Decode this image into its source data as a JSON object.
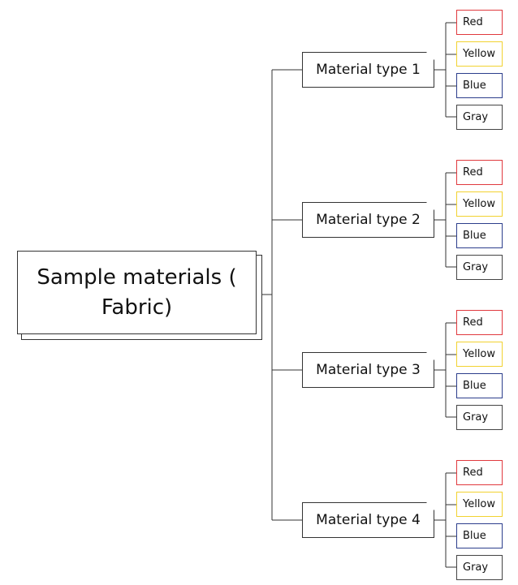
{
  "root": {
    "label": "Sample materials ( Fabric)"
  },
  "material_types": [
    {
      "label": "Material type 1",
      "colors": [
        {
          "label": "Red",
          "color": "#e0393e"
        },
        {
          "label": "Yellow",
          "color": "#f2d230"
        },
        {
          "label": "Blue",
          "color": "#2c3e8c"
        },
        {
          "label": "Gray",
          "color": "#444444"
        }
      ]
    },
    {
      "label": "Material type 2",
      "colors": [
        {
          "label": "Red",
          "color": "#e0393e"
        },
        {
          "label": "Yellow",
          "color": "#f2d230"
        },
        {
          "label": "Blue",
          "color": "#2c3e8c"
        },
        {
          "label": "Gray",
          "color": "#444444"
        }
      ]
    },
    {
      "label": "Material type 3",
      "colors": [
        {
          "label": "Red",
          "color": "#e0393e"
        },
        {
          "label": "Yellow",
          "color": "#f2d230"
        },
        {
          "label": "Blue",
          "color": "#2c3e8c"
        },
        {
          "label": "Gray",
          "color": "#444444"
        }
      ]
    },
    {
      "label": "Material type 4",
      "colors": [
        {
          "label": "Red",
          "color": "#e0393e"
        },
        {
          "label": "Yellow",
          "color": "#f2d230"
        },
        {
          "label": "Blue",
          "color": "#2c3e8c"
        },
        {
          "label": "Gray",
          "color": "#444444"
        }
      ]
    }
  ]
}
